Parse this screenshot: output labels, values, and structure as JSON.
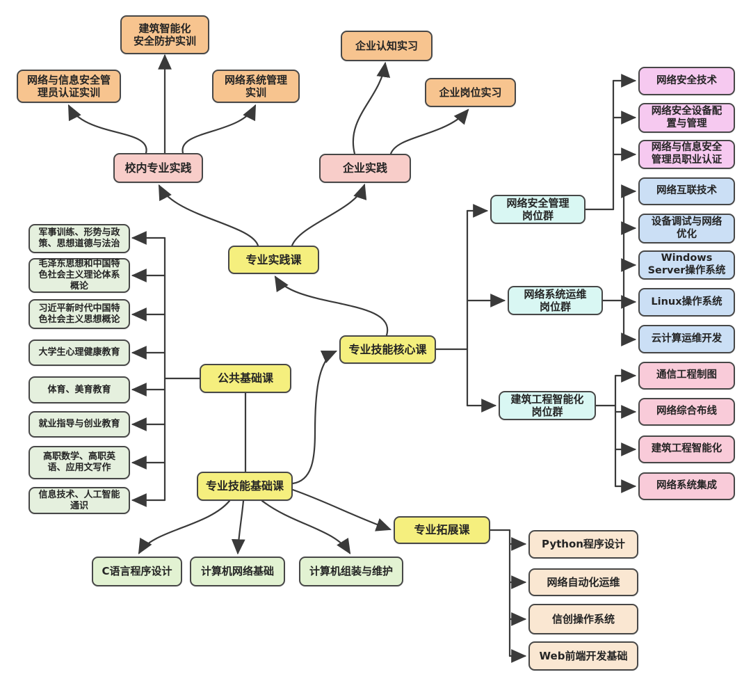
{
  "colors": {
    "orange_training": "#F7C48F",
    "pink_practice": "#F8CDC9",
    "yellow_course_hub": "#F5EF7E",
    "green_public_course": "#E5F0DE",
    "green_skill_course": "#E2F2D2",
    "cyan_post_group": "#D9F7F3",
    "blue_ops_course": "#CBDFF5",
    "magenta_security_course": "#F6C9F0",
    "rose_building_course": "#F9CBD9",
    "peach_extension_course": "#FAE7D2",
    "connector_line": "#3a3a3a"
  },
  "nodes": {
    "campus_trainings": [
      "建筑智能化\n安全防护实训",
      "网络与信息安全管\n理员认证实训",
      "网络系统管理\n实训"
    ],
    "enterprise_internships": [
      "企业认知实习",
      "企业岗位实习"
    ],
    "campus_practice": "校内专业实践",
    "enterprise_practice": "企业实践",
    "practice_course": "专业实践课",
    "core_course": "专业技能核心课",
    "public_basic_course": "公共基础课",
    "skill_basic_course": "专业技能基础课",
    "extension_course": "专业拓展课",
    "public_courses": [
      "军事训练、形势与政\n策、思想道德与法治",
      "毛泽东思想和中国特\n色社会主义理论体系\n概论",
      "习近平新时代中国特\n色社会主义思想概论",
      "大学生心理健康教育",
      "体育、美育教育",
      "就业指导与创业教育",
      "高职数学、高职英\n语、应用文写作",
      "信息技术、人工智能\n通识"
    ],
    "skill_basic_courses": [
      "C语言程序设计",
      "计算机网络基础",
      "计算机组装与维护"
    ],
    "post_groups": [
      "网络安全管理\n岗位群",
      "网络系统运维\n岗位群",
      "建筑工程智能化\n岗位群"
    ],
    "security_courses": [
      "网络安全技术",
      "网络安全设备配\n置与管理",
      "网络与信息安全\n管理员职业认证"
    ],
    "ops_courses": [
      "网络互联技术",
      "设备调试与网络\n优化",
      "Windows\nServer操作系统",
      "Linux操作系统",
      "云计算运维开发"
    ],
    "building_courses": [
      "通信工程制图",
      "网络综合布线",
      "建筑工程智能化",
      "网络系统集成"
    ],
    "extension_courses": [
      "Python程序设计",
      "网络自动化运维",
      "信创操作系统",
      "Web前端开发基础"
    ]
  }
}
